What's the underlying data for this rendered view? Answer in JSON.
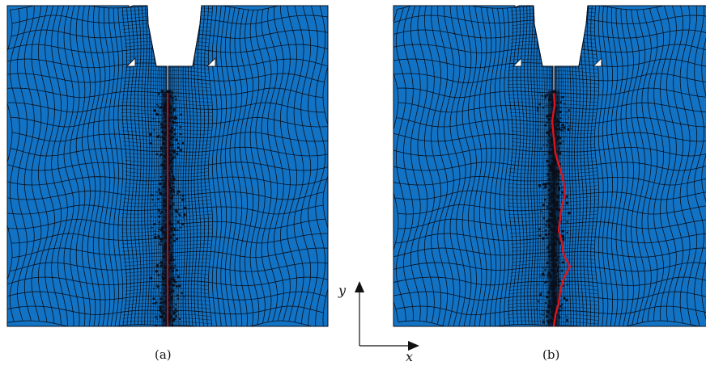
{
  "figure": {
    "panels": [
      {
        "caption": "(a)",
        "crack": "straight"
      },
      {
        "caption": "(b)",
        "crack": "zigzag"
      }
    ],
    "axes": {
      "x_label": "x",
      "y_label": "y"
    },
    "colors": {
      "specimen_fill": "#1273C5",
      "mesh_line": "#0a0f1a",
      "crack": "#e0131b",
      "notch_gap": "#ffffff"
    }
  }
}
